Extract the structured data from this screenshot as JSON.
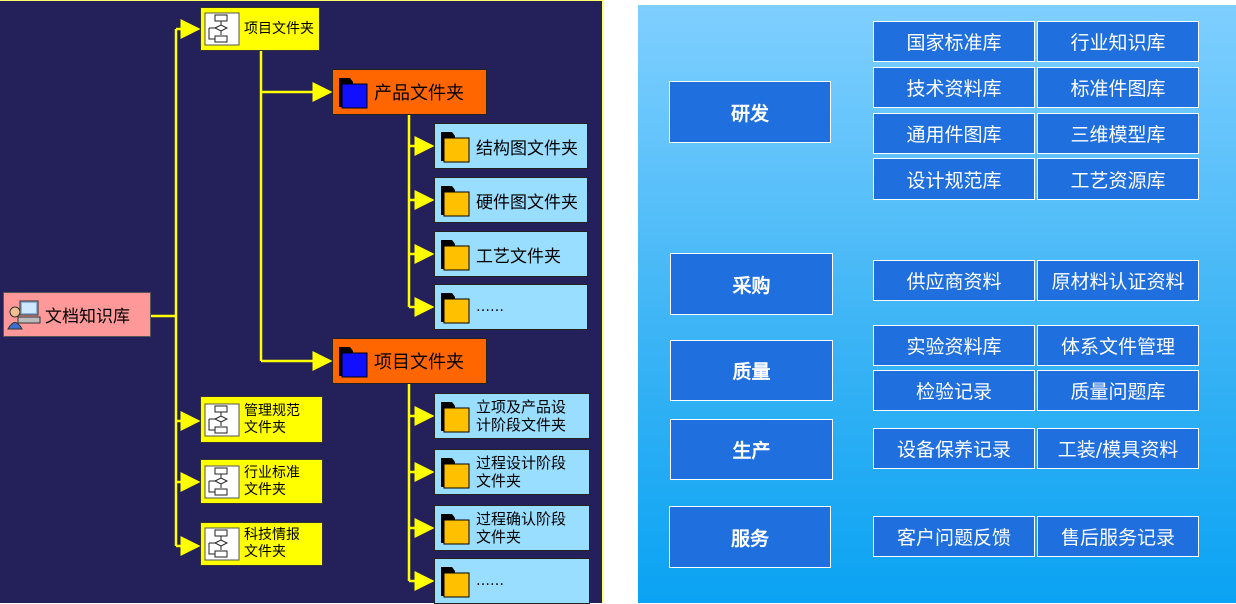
{
  "tree": {
    "root": "文档知识库",
    "project_folder": "项目文件夹",
    "product_folder": "产品文件夹",
    "structure_folder": "结构图文件夹",
    "hardware_folder": "硬件图文件夹",
    "process_folder": "工艺文件夹",
    "ellipsis_1": "……",
    "project_folder_2": "项目文件夹",
    "initiation_folder": "立项及产品设\n计阶段文件夹",
    "process_design_folder": "过程设计阶段\n文件夹",
    "process_confirm_folder": "过程确认阶段\n文件夹",
    "ellipsis_2": "……",
    "management_folder": "管理规范\n文件夹",
    "industry_folder": "行业标准\n文件夹",
    "sci_folder": "科技情报\n文件夹"
  },
  "categories": {
    "rd": {
      "label": "研发",
      "items": [
        "国家标准库",
        "行业知识库",
        "技术资料库",
        "标准件图库",
        "通用件图库",
        "三维模型库",
        "设计规范库",
        "工艺资源库"
      ]
    },
    "purchase": {
      "label": "采购",
      "items": [
        "供应商资料",
        "原材料认证资料"
      ]
    },
    "quality": {
      "label": "质量",
      "items": [
        "实验资料库",
        "体系文件管理",
        "检验记录",
        "质量问题库"
      ]
    },
    "production": {
      "label": "生产",
      "items": [
        "设备保养记录",
        "工装/模具资料"
      ]
    },
    "service": {
      "label": "服务",
      "items": [
        "客户问题反馈",
        "售后服务记录"
      ]
    }
  },
  "colors": {
    "left_bg": "#23205a",
    "connector": "#ffff00",
    "button_blue": "#1f6fde",
    "panel_top": "#7fcfff",
    "panel_bottom": "#0aa3f3"
  }
}
